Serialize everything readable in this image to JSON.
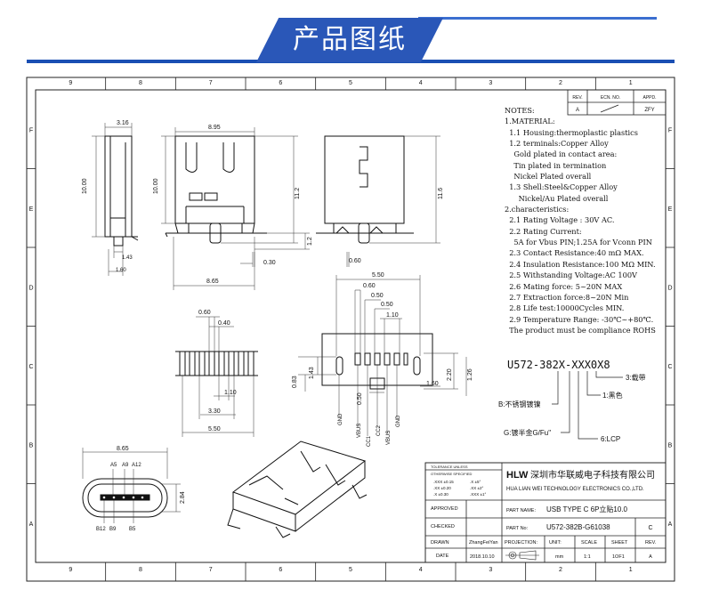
{
  "banner": {
    "title": "产品图纸"
  },
  "grid": {
    "columns": [
      "9",
      "8",
      "7",
      "6",
      "5",
      "4",
      "3",
      "2",
      "1"
    ],
    "rows": [
      "F",
      "E",
      "D",
      "C",
      "B",
      "A"
    ]
  },
  "revision_table": {
    "headers": [
      "REV.",
      "ECN. NO.",
      "APPD."
    ],
    "row": [
      "A",
      "/",
      "ZFY"
    ]
  },
  "notes": {
    "lines": [
      "NOTES:",
      "1.MATERIAL:",
      "  1.1 Housing:thermoplastic plastics",
      "  1.2 terminals:Copper Alloy",
      "    Gold plated in contact area:",
      "    Tin plated in termination",
      "    Nickel Plated overall",
      "  1.3 Shell:Steel&Copper Alloy",
      "      Nickel/Au Plated overall",
      "2.characteristics:",
      "  2.1 Rating Voltage : 30V AC.",
      "  2.2 Rating Current:",
      "    5A for Vbus PIN;1.25A for Vconn PIN",
      "  2.3 Contact Resistance:40 mΩ MAX.",
      "  2.4 Insulation Resistance:100 MΩ MIN.",
      "  2.5 Withstanding Voltage:AC 100V",
      "  2.6 Mating force: 5~20N MAX",
      "  2.7 Extraction force:8~20N Min",
      "  2.8 Life test:10000Cycles MIN.",
      "  2.9 Temperature Range: -30℃~+80℃.",
      "  The product must be compliance ROHS"
    ]
  },
  "part_code": {
    "code": "U572-382X-XXX0X8",
    "option_3": "3:载带",
    "option_1": "1:黑色",
    "option_b": "B:不锈钢镀镍",
    "option_g": "G:镀半金G/Fu\"",
    "option_6": "6:LCP"
  },
  "dimensions": {
    "top_left": [
      "3.16",
      "10.00",
      "1.43",
      "1.60"
    ],
    "front_view": [
      "8.95",
      "10.00",
      "11.2",
      "1.2",
      "0.30",
      "8.65"
    ],
    "side_view": [
      "11.6",
      "0.60"
    ],
    "footprint_left": [
      "0.60",
      "0.40",
      "1.10",
      "3.30",
      "5.50"
    ],
    "footprint_right": [
      "5.50",
      "0.60",
      "0.50",
      "0.50",
      "1.10",
      "1.43",
      "0.83",
      "2.20",
      "1.26",
      "1.60",
      "0.50"
    ],
    "port_view": [
      "8.65",
      "A5",
      "A9",
      "A12",
      "2.84",
      "B12",
      "B9",
      "B5"
    ]
  },
  "signals": [
    "GND",
    "VBUS",
    "CC1",
    "CC2",
    "VBUS",
    "GND"
  ],
  "title_block": {
    "tolerance_title": "TOLERANCE UNLESS",
    "tolerance_sub": "OTHERWISE SPECIFIED",
    "tolerance_rows": [
      [
        ".XXX ±0.15",
        ".X   ±5°"
      ],
      [
        ".XX  ±0.20",
        ".XX  ±2°"
      ],
      [
        ".X   ±0.30",
        ".XXX ±1°"
      ]
    ],
    "logo": "HLW",
    "company_cn": "深圳市华联威电子科技有限公司",
    "company_en": "HUA LIAN WEI TECHNOLOGY ELECTRONICS CO.,LTD.",
    "approved_label": "APPROVED",
    "checked_label": "CHECKED",
    "drawn_label": "DRAWN",
    "drawn_by": "ZhangFeiYan",
    "date_label": "DATE",
    "date_value": "2018.10.10",
    "part_name_label": "PART NAME:",
    "part_name": "USB TYPE C 6P立贴10.0",
    "part_no_label": "PART No:",
    "part_no": "U572-382B-G61038",
    "rev_value": "C",
    "projection_label": "PROJECTION:",
    "unit_label": "UNIT:",
    "unit_value": "mm",
    "scale_label": "SCALE",
    "scale_value": "1:1",
    "sheet_label": "SHEET",
    "sheet_value": "1OF1",
    "rev_label": "REV.",
    "rev_value2": "A"
  }
}
